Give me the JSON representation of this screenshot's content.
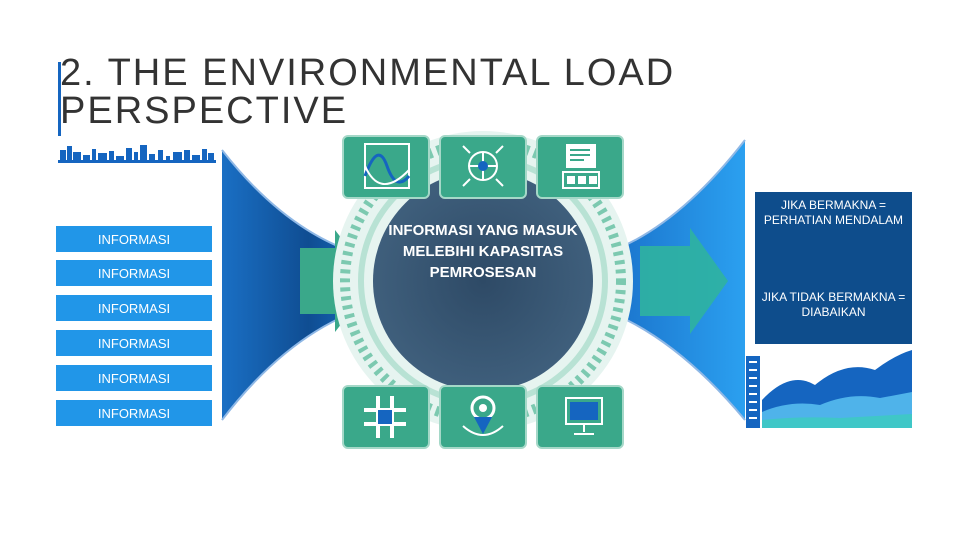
{
  "title": "2. THE ENVIRONMENTAL LOAD PERSPECTIVE",
  "info_items": [
    "INFORMASI",
    "INFORMASI",
    "INFORMASI",
    "INFORMASI",
    "INFORMASI",
    "INFORMASI"
  ],
  "center_text": "INFORMASI YANG MASUK MELEBIHI KAPASITAS PEMROSESAN",
  "right_panel": {
    "meaningful": "JIKA BERMAKNA = PERHATIAN MENDALAM",
    "not_meaningful": "JIKA TIDAK BERMAKNA = DIABAIKAN"
  },
  "icons": {
    "top": [
      "wave-chart-icon",
      "globe-network-icon",
      "server-document-icon"
    ],
    "bottom": [
      "road-intersection-icon",
      "location-pin-icon",
      "monitor-icon"
    ]
  },
  "colors": {
    "accent_blue": "#2196e8",
    "dark_blue": "#0e4d8c",
    "teal": "#3aa88a",
    "title_bar": "#1565c0"
  }
}
